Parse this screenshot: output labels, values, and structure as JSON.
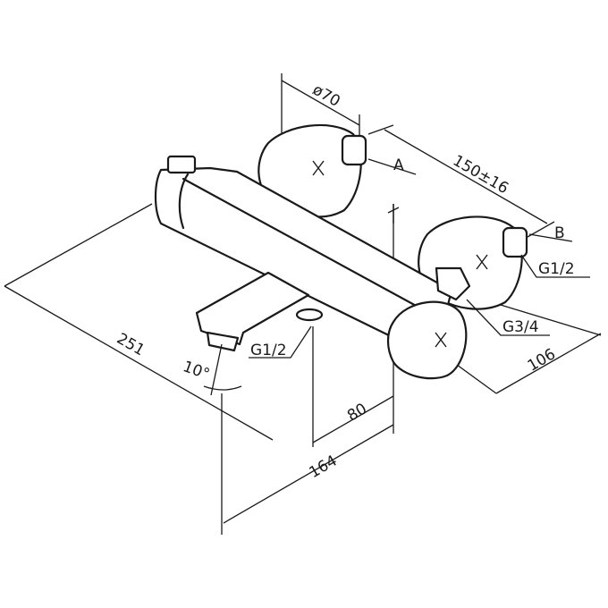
{
  "labels": {
    "diameter": "ø70",
    "port_a": "A",
    "spacing": "150±16",
    "port_b": "B",
    "thread_right": "G1/2",
    "thread_outlet": "G3/4",
    "depth": "106",
    "length": "251",
    "thread_spout": "G1/2",
    "angle": "10°",
    "offset": "80",
    "projection": "164"
  }
}
